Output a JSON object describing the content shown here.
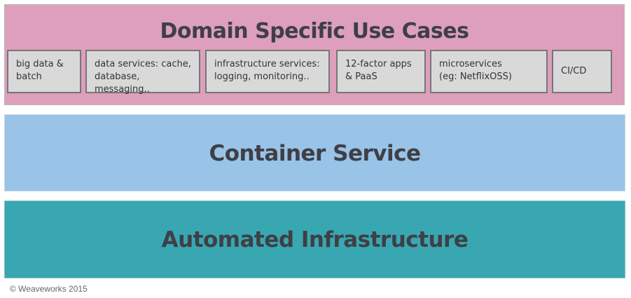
{
  "layers": {
    "domain": {
      "title": "Domain Specific Use Cases",
      "color": "#dd9fbc",
      "use_cases": [
        "big data &\nbatch",
        "data services: cache,\ndatabase, messaging..",
        "infrastructure services:\nlogging, monitoring..",
        "12-factor apps\n& PaaS",
        "microservices\n(eg: NetflixOSS)",
        "CI/CD"
      ]
    },
    "container": {
      "title": "Container Service",
      "color": "#99c3e7"
    },
    "infrastructure": {
      "title": "Automated Infrastructure",
      "color": "#38a7b2"
    }
  },
  "footer": {
    "copyright": "© Weaveworks 2015"
  }
}
